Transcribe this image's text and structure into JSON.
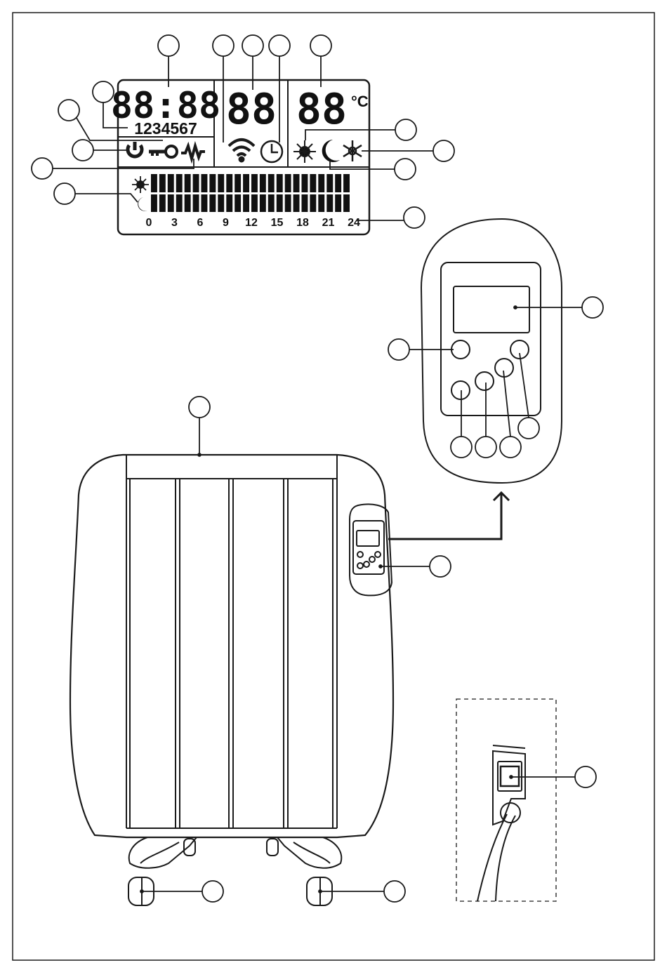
{
  "lcd": {
    "clock": "88:88",
    "days": "1234567",
    "setting": "88",
    "temperature": "88",
    "unit": "°C",
    "timeline_ticks": [
      "0",
      "3",
      "6",
      "9",
      "12",
      "15",
      "18",
      "21",
      "24"
    ]
  },
  "icons": {
    "lcd": [
      "power-icon",
      "key-lock-icon",
      "heating-wave-icon",
      "wifi-icon",
      "clock-icon",
      "sun-icon",
      "moon-icon",
      "snowflake-icon"
    ],
    "device": [
      "radiator-body",
      "control-panel",
      "remote-controller",
      "rocker-switch",
      "power-cord",
      "castor-wheels"
    ]
  },
  "colors": {
    "line": "#1a1a1a",
    "background": "#ffffff",
    "lcd_fill": "#000000"
  }
}
